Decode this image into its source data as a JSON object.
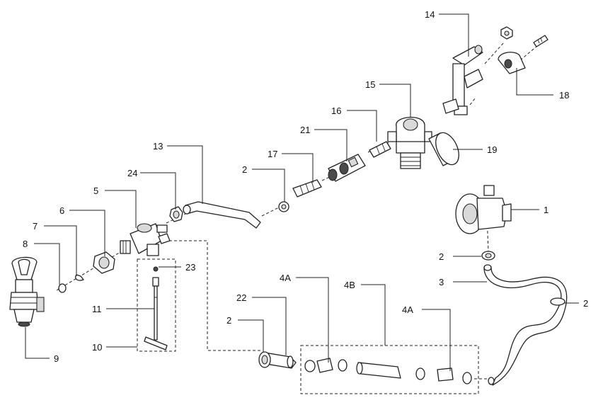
{
  "callouts": {
    "c1": "1",
    "c2a": "2",
    "c2b": "2",
    "c2c": "2",
    "c2d": "2",
    "c3": "3",
    "c4a1": "4A",
    "c4a2": "4A",
    "c4b": "4B",
    "c5": "5",
    "c6": "6",
    "c7": "7",
    "c8": "8",
    "c9": "9",
    "c10": "10",
    "c11": "11",
    "c13": "13",
    "c14": "14",
    "c15": "15",
    "c16": "16",
    "c17": "17",
    "c18": "18",
    "c19": "19",
    "c21": "21",
    "c22": "22",
    "c23": "23",
    "c24": "24"
  },
  "colors": {
    "line": "#222222",
    "shade": "#d9d9d9",
    "dark": "#4a4a4a"
  }
}
